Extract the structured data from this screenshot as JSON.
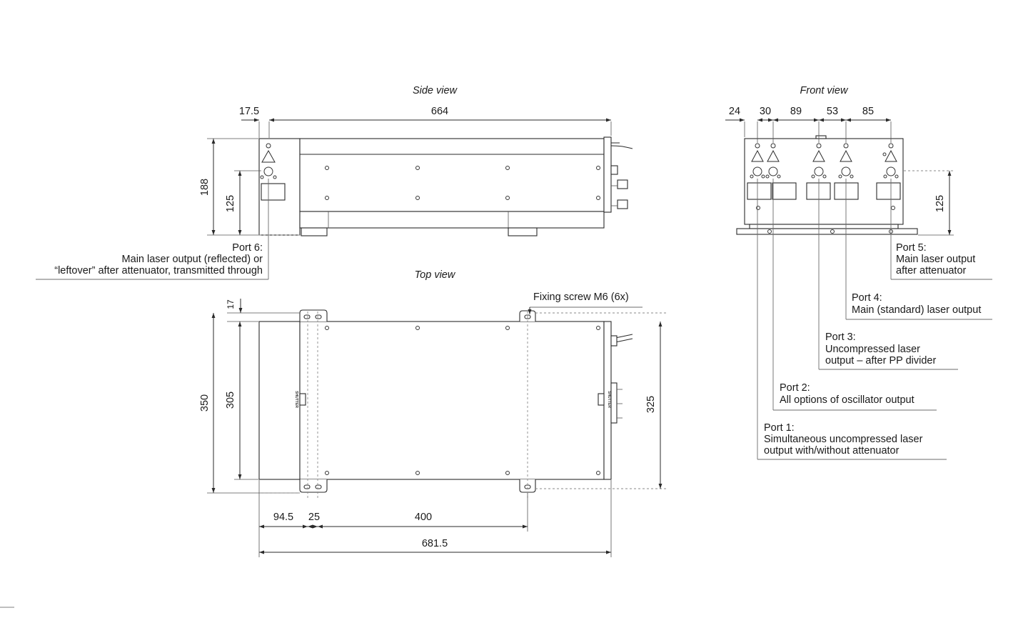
{
  "views": {
    "side": {
      "title": "Side view"
    },
    "front": {
      "title": "Front view"
    },
    "top": {
      "title": "Top view"
    }
  },
  "dimensions": {
    "side": {
      "d17_5": "17.5",
      "d664": "664",
      "d188": "188",
      "d125": "125"
    },
    "front": {
      "d24": "24",
      "d30": "30",
      "d89": "89",
      "d53": "53",
      "d85": "85",
      "d125": "125"
    },
    "top": {
      "d17": "17",
      "d350": "350",
      "d305": "305",
      "d325": "325",
      "d94_5": "94.5",
      "d25": "25",
      "d400": "400",
      "d681_5": "681.5"
    }
  },
  "annotations": {
    "fixing_screw": "Fixing screw M6 (6x)",
    "shutter_left": "SHUTTER",
    "shutter_right": "SHUTTER"
  },
  "ports": {
    "port6": {
      "title": "Port 6:",
      "lines": [
        "Main laser output (reflected) or",
        "“leftover” after attenuator, transmitted through"
      ]
    },
    "port5": {
      "title": "Port 5:",
      "lines": [
        "Main laser output",
        "after attenuator"
      ]
    },
    "port4": {
      "title": "Port 4:",
      "lines": [
        "Main (standard) laser output"
      ]
    },
    "port3": {
      "title": "Port 3:",
      "lines": [
        "Uncompressed laser",
        "output – after PP divider"
      ]
    },
    "port2": {
      "title": "Port 2:",
      "lines": [
        "All options of oscillator output"
      ]
    },
    "port1": {
      "title": "Port 1:",
      "lines": [
        "Simultaneous uncompressed laser",
        "output with/without attenuator"
      ]
    }
  }
}
